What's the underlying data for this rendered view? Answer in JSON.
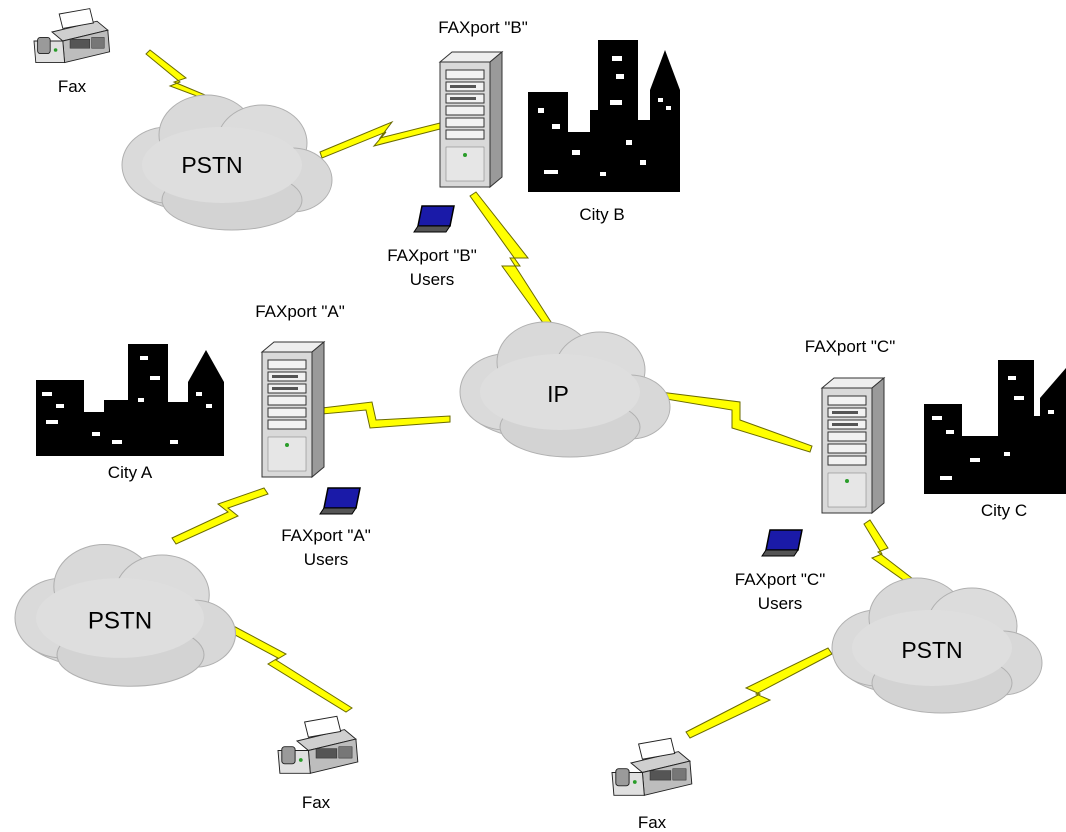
{
  "diagram": {
    "clouds": {
      "pstn_top": "PSTN",
      "pstn_left": "PSTN",
      "pstn_right": "PSTN",
      "ip": "IP"
    },
    "servers": {
      "a": "FAXport \"A\"",
      "b": "FAXport \"B\"",
      "c": "FAXport \"C\""
    },
    "users": {
      "a": [
        "FAXport \"A\"",
        "Users"
      ],
      "b": [
        "FAXport \"B\"",
        "Users"
      ],
      "c": [
        "FAXport \"C\"",
        "Users"
      ]
    },
    "cities": {
      "a": "City A",
      "b": "City B",
      "c": "City C"
    },
    "faxes": {
      "top": "Fax",
      "left": "Fax",
      "right": "Fax"
    },
    "colors": {
      "lightning": "#ffff00",
      "lightning_stroke": "#6b6b00",
      "cloud": "#d6d6d6",
      "city": "#000000",
      "server_body": "#d9d9d9",
      "laptop_screen": "#1a1aa8"
    }
  }
}
